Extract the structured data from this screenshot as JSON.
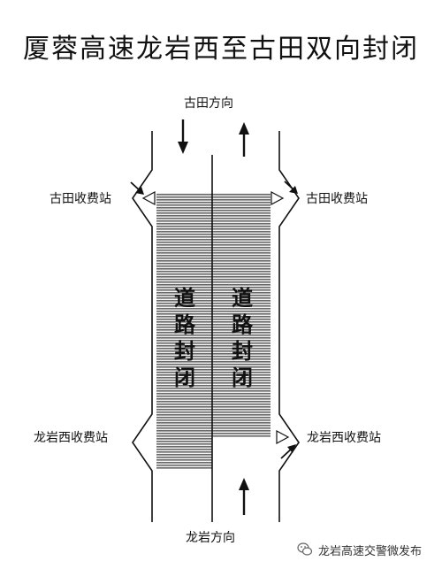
{
  "title": "厦蓉高速龙岩西至古田双向封闭",
  "labels": {
    "top_direction": "古田方向",
    "bottom_direction": "龙岩方向",
    "toll_top_left": "古田收费站",
    "toll_top_right": "古田收费站",
    "toll_bottom_left": "龙岩西收费站",
    "toll_bottom_right": "龙岩西收费站",
    "closed_left": [
      "道",
      "路",
      "封",
      "闭"
    ],
    "closed_right": [
      "道",
      "路",
      "封",
      "闭"
    ]
  },
  "watermark": "龙岩高速交警微发布",
  "icons": {
    "watermark": "wechat-icon"
  },
  "colors": {
    "stroke": "#111111",
    "closed_fill": "#6e6e6e"
  }
}
